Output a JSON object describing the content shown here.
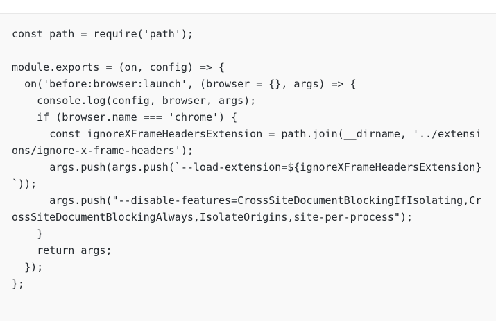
{
  "code_block": {
    "language": "javascript",
    "background_color": "#f9f9f9",
    "border_color": "#e8e8e8",
    "text_color": "#24292e",
    "content": "const path = require('path');\n\nmodule.exports = (on, config) => {\n  on('before:browser:launch', (browser = {}, args) => {\n    console.log(config, browser, args);\n    if (browser.name === 'chrome') {\n      const ignoreXFrameHeadersExtension = path.join(__dirname, '../extensions/ignore-x-frame-headers');\n      args.push(args.push(`--load-extension=${ignoreXFrameHeadersExtension}`));\n      args.push(\"--disable-features=CrossSiteDocumentBlockingIfIsolating,CrossSiteDocumentBlockingAlways,IsolateOrigins,site-per-process\");\n    }\n    return args;\n  });\n};",
    "lines": [
      "const path = require('path');",
      "",
      "module.exports = (on, config) => {",
      "  on('before:browser:launch', (browser = {}, args) => {",
      "    console.log(config, browser, args);",
      "    if (browser.name === 'chrome') {",
      "      const ignoreXFrameHeadersExtension = path.join(__dirname, '../extensions/ignore-x-frame-headers');",
      "      args.push(args.push(`--load-extension=${ignoreXFrameHeadersExtension}`));",
      "      args.push(\"--disable-features=CrossSiteDocumentBlockingIfIsolating,CrossSiteDocumentBlockingAlways,IsolateOrigins,site-per-process\");",
      "    }",
      "    return args;",
      "  });",
      "};"
    ]
  }
}
